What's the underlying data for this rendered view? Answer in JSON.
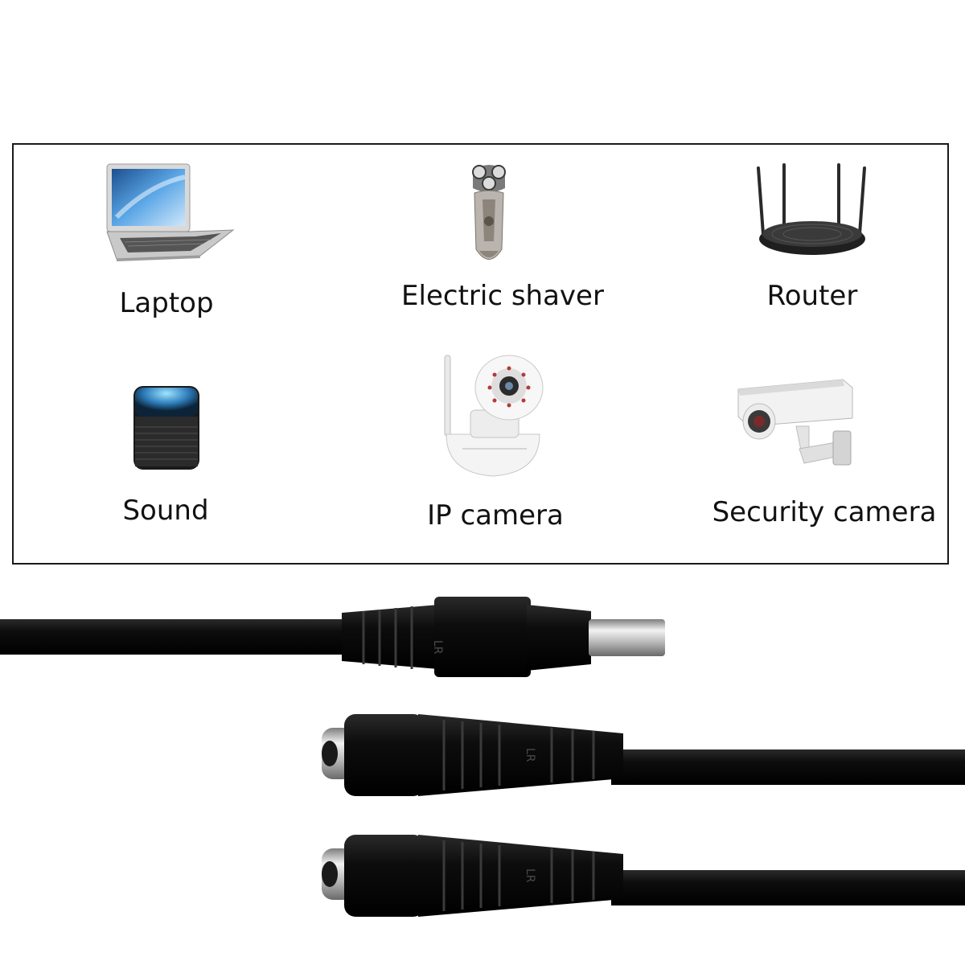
{
  "devices": [
    {
      "label": "Laptop",
      "icon": "laptop-icon"
    },
    {
      "label": "Electric shaver",
      "icon": "electric-shaver-icon"
    },
    {
      "label": "Router",
      "icon": "router-icon"
    },
    {
      "label": "Sound",
      "icon": "speaker-icon"
    },
    {
      "label": "IP camera",
      "icon": "ip-camera-icon"
    },
    {
      "label": "Security camera",
      "icon": "security-camera-icon"
    }
  ],
  "cables": {
    "male_connector_marking": "LR",
    "female_connector_marking": "LR",
    "cable_color": "#111111",
    "plug_tip_color": "#c8c8c8"
  }
}
